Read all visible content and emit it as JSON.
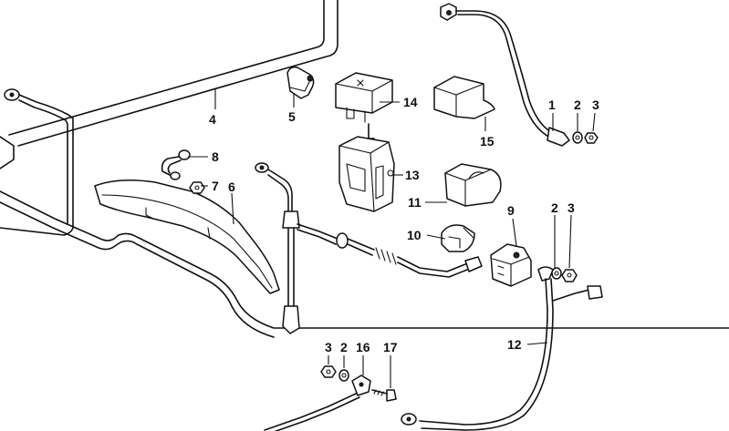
{
  "callouts": {
    "c1": "1",
    "c2_top": "2",
    "c3_top": "3",
    "c4": "4",
    "c5": "5",
    "c6": "6",
    "c7": "7",
    "c8": "8",
    "c9": "9",
    "c10": "10",
    "c11": "11",
    "c12": "12",
    "c13": "13",
    "c14": "14",
    "c15": "15",
    "c2_mid": "2",
    "c3_mid": "3",
    "c3_bot": "3",
    "c2_bot": "2",
    "c16": "16",
    "c17": "17"
  }
}
